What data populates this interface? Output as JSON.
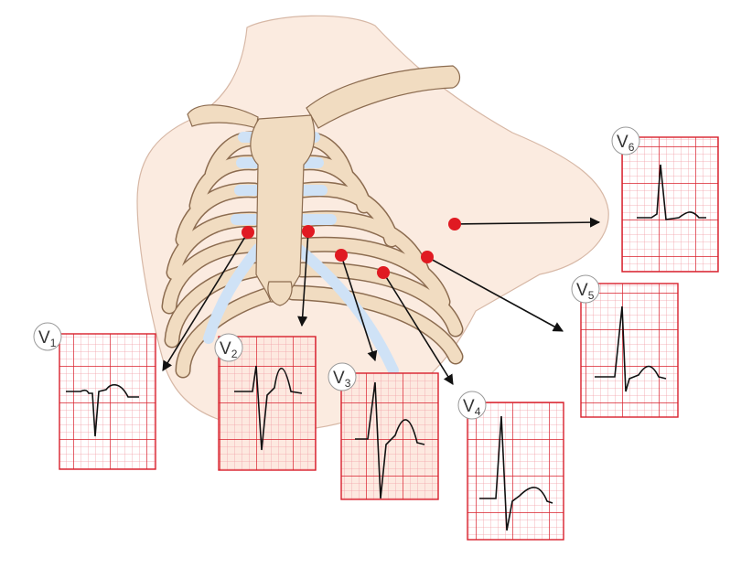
{
  "colors": {
    "skin": "#fbebe0",
    "skin_outline": "#d7b8a6",
    "bone": "#f1dcc1",
    "bone_outline": "#8c6c50",
    "cartilage": "#cfe2f6",
    "electrode": "#e01a22",
    "grid_fine": "#f2a0a8",
    "grid_major": "#d8202c",
    "grid_fill_v2v3": "#fde9e0",
    "ecg_trace": "#111111",
    "arrow": "#111111"
  },
  "leads": [
    {
      "id": "v1",
      "letter": "V",
      "sub": "1"
    },
    {
      "id": "v2",
      "letter": "V",
      "sub": "2"
    },
    {
      "id": "v3",
      "letter": "V",
      "sub": "3"
    },
    {
      "id": "v4",
      "letter": "V",
      "sub": "4"
    },
    {
      "id": "v5",
      "letter": "V",
      "sub": "5"
    },
    {
      "id": "v6",
      "letter": "V",
      "sub": "6"
    }
  ]
}
